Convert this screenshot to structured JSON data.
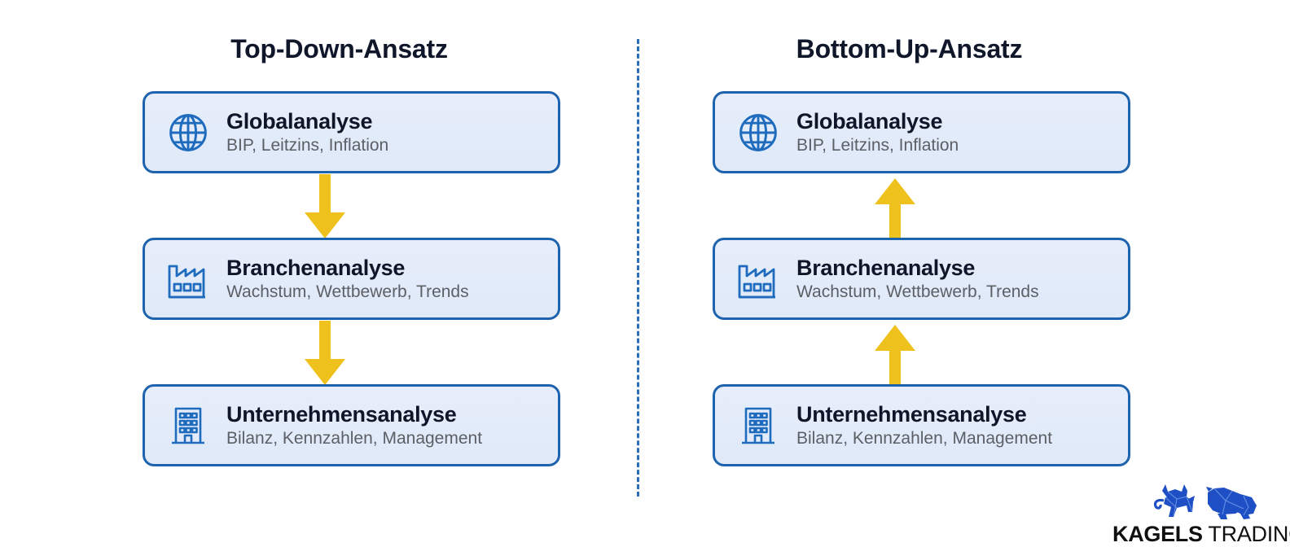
{
  "colors": {
    "card_border": "#1e63ad",
    "card_fill": "#e4ecfa",
    "arrow": "#efc11c",
    "divider": "#2a6fbb",
    "title": "#11172b",
    "subtitle": "#5c6066",
    "logo_blue": "#1f4fc4"
  },
  "divider": {
    "style": "dashed-vertical"
  },
  "columns": [
    {
      "id": "top-down",
      "title": "Top-Down-Ansatz",
      "direction": "down",
      "cards": [
        {
          "icon": "globe-icon",
          "title": "Globalanalyse",
          "subtitle": "BIP, Leitzins, Inflation"
        },
        {
          "icon": "factory-icon",
          "title": "Branchenanalyse",
          "subtitle": "Wachstum, Wettbewerb, Trends"
        },
        {
          "icon": "building-icon",
          "title": "Unternehmensanalyse",
          "subtitle": "Bilanz, Kennzahlen, Management"
        }
      ],
      "arrows": [
        {
          "name": "arrow-down-global-to-branche",
          "direction": "down"
        },
        {
          "name": "arrow-down-branche-to-unternehmen",
          "direction": "down"
        }
      ]
    },
    {
      "id": "bottom-up",
      "title": "Bottom-Up-Ansatz",
      "direction": "up",
      "cards": [
        {
          "icon": "globe-icon",
          "title": "Globalanalyse",
          "subtitle": "BIP, Leitzins, Inflation"
        },
        {
          "icon": "factory-icon",
          "title": "Branchenanalyse",
          "subtitle": "Wachstum, Wettbewerb, Trends"
        },
        {
          "icon": "building-icon",
          "title": "Unternehmensanalyse",
          "subtitle": "Bilanz, Kennzahlen, Management"
        }
      ],
      "arrows": [
        {
          "name": "arrow-up-branche-to-global",
          "direction": "up"
        },
        {
          "name": "arrow-up-unternehmen-to-branche",
          "direction": "up"
        }
      ]
    }
  ],
  "logo": {
    "brand_bold": "KAGELS",
    "brand_regular": " TRADING",
    "mark": "bull-and-bear-icon"
  }
}
